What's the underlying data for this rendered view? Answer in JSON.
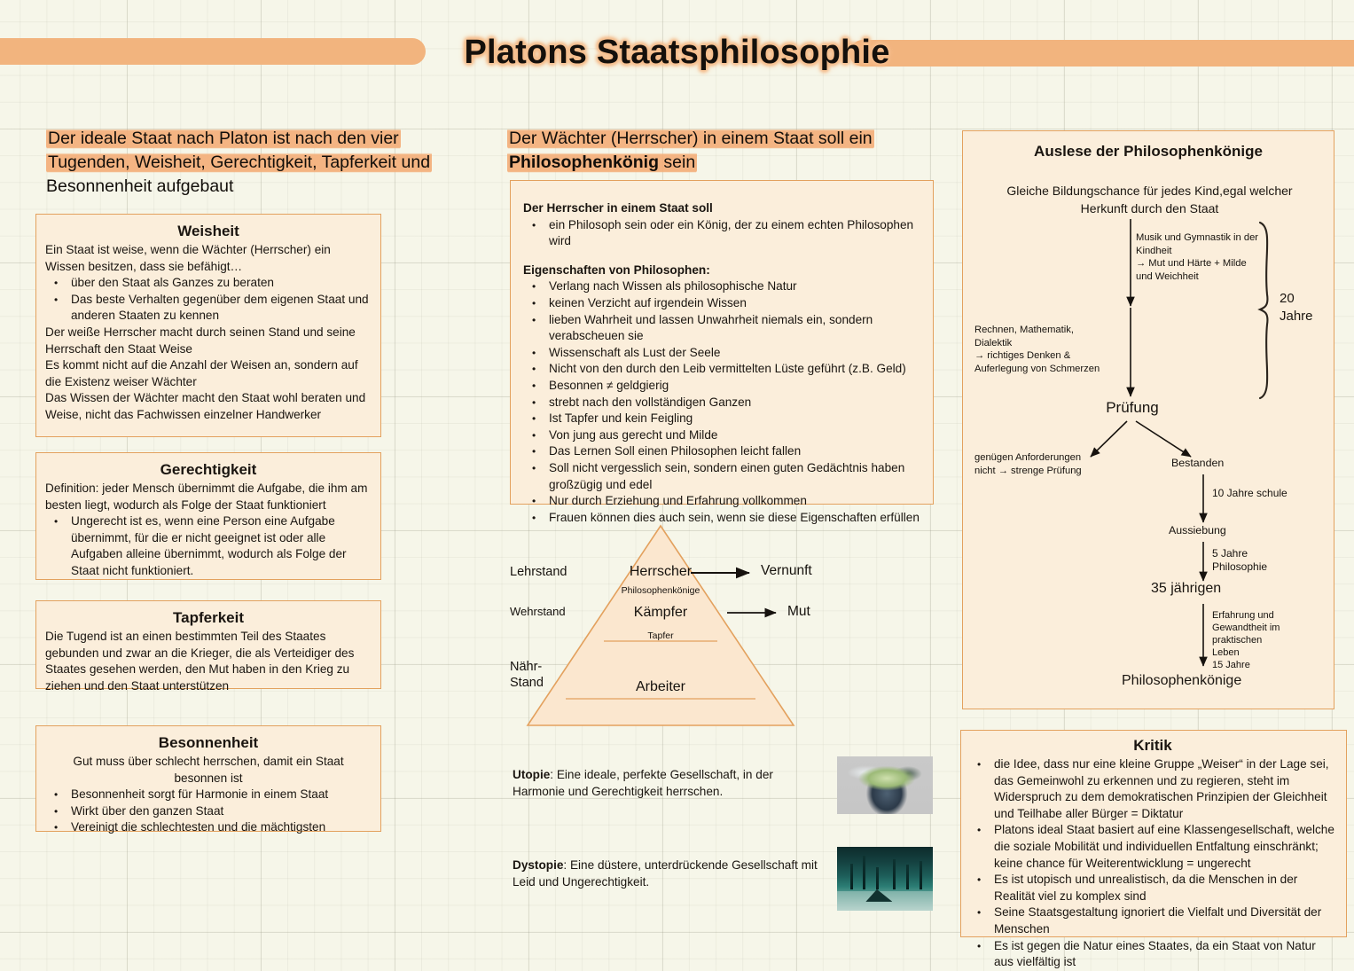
{
  "title": "Platons Staatsphilosophie",
  "left_column": {
    "headline_parts": [
      "Der ideale Staat nach Platon ist nach den vier",
      "Tugenden, Weisheit, Gerechtigkeit, Tapferkeit und",
      "Besonnenheit aufgebaut"
    ],
    "boxes": [
      {
        "title": "Weisheit",
        "lines_top": [
          "Ein Staat ist weise, wenn die Wächter (Herrscher) ein",
          "Wissen besitzen, dass sie befähigt…"
        ],
        "bullets": [
          "über den Staat als Ganzes zu beraten",
          "Das beste Verhalten gegenüber dem eigenen Staat und anderen Staaten zu kennen"
        ],
        "lines_bottom": [
          "Der weiße Herrscher macht durch seinen Stand und seine Herrschaft den Staat Weise",
          "Es kommt nicht auf die Anzahl der Weisen an, sondern auf die Existenz weiser Wächter",
          "Das Wissen der Wächter macht den Staat wohl beraten und Weise, nicht das Fachwissen einzelner Handwerker"
        ]
      },
      {
        "title": "Gerechtigkeit",
        "lines_top": [
          "Definition: jeder Mensch übernimmt die Aufgabe, die ihm am besten liegt, wodurch als Folge der Staat funktioniert"
        ],
        "bullets": [
          "Ungerecht ist es, wenn eine Person eine Aufgabe übernimmt, für die er nicht geeignet ist oder alle Aufgaben alleine übernimmt, wodurch als Folge der Staat nicht funktioniert."
        ],
        "lines_bottom": []
      },
      {
        "title": "Tapferkeit",
        "lines_top": [
          "Die Tugend ist an einen bestimmten Teil des Staates gebunden und zwar an die Krieger, die als Verteidiger des Staates gesehen werden, den Mut haben in den Krieg zu ziehen und den Staat unterstützen"
        ],
        "bullets": [],
        "lines_bottom": []
      },
      {
        "title": "Besonnenheit",
        "lines_top": [
          "Gut muss über schlecht herrschen, damit ein Staat besonnen ist"
        ],
        "bullets": [
          "Besonnenheit sorgt für Harmonie in einem Staat",
          "Wirkt über den ganzen Staat",
          "Vereinigt die schlechtesten und die mächtigsten"
        ],
        "lines_bottom": []
      }
    ]
  },
  "middle_column": {
    "headline_line1": "Der Wächter (Herrscher) in einem Staat soll ein",
    "headline_line2_bold": "Philosophenkönig",
    "headline_line2_rest": " sein",
    "ruler_heading": "Der Herrscher in einem Staat soll",
    "ruler_bullets": [
      "ein Philosoph sein oder ein König, der zu einem echten Philosophen wird"
    ],
    "props_heading": "Eigenschaften von Philosophen:",
    "props_bullets": [
      "Verlang nach Wissen als philosophische Natur",
      "keinen Verzicht auf irgendein Wissen",
      "lieben Wahrheit und lassen Unwahrheit niemals ein, sondern verabscheuen sie",
      "Wissenschaft als Lust der Seele",
      "Nicht von den durch den Leib vermittelten Lüste geführt (z.B. Geld)",
      " Besonnen ≠ geldgierig",
      "strebt nach den vollständigen Ganzen",
      "Ist Tapfer und kein Feigling",
      "Von jung aus gerecht und Milde",
      "Das Lernen Soll einen Philosophen leicht fallen",
      "Soll nicht vergesslich sein, sondern einen guten Gedächtnis haben großzügig und edel",
      "Nur durch Erziehung und Erfahrung vollkommen",
      "Frauen können dies auch sein, wenn sie diese Eigenschaften erfüllen"
    ],
    "pyramid": {
      "left_labels": [
        "Lehrstand",
        "Wehrstand",
        "Nähr-\nStand"
      ],
      "tiers": [
        {
          "name": "Herrscher",
          "sub": "Philosophenkönige",
          "virtue": "Vernunft"
        },
        {
          "name": "Kämpfer",
          "sub": "Tapfer",
          "virtue": "Mut"
        },
        {
          "name": "Arbeiter",
          "sub": "",
          "virtue": ""
        }
      ]
    },
    "definitions": [
      {
        "term": "Utopie",
        "text": ": Eine ideale, perfekte Gesellschaft, in der Harmonie und Gerechtigkeit herrschen."
      },
      {
        "term": "Dystopie",
        "text": ": Eine düstere, unterdrückende Gesellschaft mit Leid und Ungerechtigkeit."
      }
    ]
  },
  "right_column": {
    "flow_title": "Auslese der Philosophenkönige",
    "flow_intro": "Gleiche Bildungschance für jedes Kind,egal welcher Herkunft durch den Staat",
    "step_music": "Musik und Gymnastik in der Kindheit\n→ Mut und Härte + Milde und Weichheit",
    "step_math": "Rechnen, Mathematik, Dialektik\n→ richtiges Denken & Auferlegung von Schmerzen",
    "brace_label": "20\nJahre",
    "node_pruefung": "Prüfung",
    "branch_fail": "genügen Anforderungen\nnicht → strenge Prüfung",
    "branch_pass": "Bestanden",
    "edge_school": "10 Jahre schule",
    "node_aussiebung": "Aussiebung",
    "edge_philosophy": "5 Jahre\nPhilosophie",
    "node_35": "35 jährigen",
    "edge_experience": "Erfahrung und\nGewandtheit im\npraktischen\nLeben\n15 Jahre",
    "node_final": "Philosophenkönige",
    "kritik": {
      "title": "Kritik",
      "bullets": [
        "die Idee, dass nur eine kleine Gruppe „Weiser“ in der Lage sei, das Gemeinwohl zu erkennen und zu regieren, steht im Widerspruch zu dem demokratischen Prinzipien der Gleichheit und Teilhabe aller Bürger = Diktatur",
        "Platons ideal Staat basiert auf eine Klassengesellschaft, welche die soziale Mobilität und individuellen Entfaltung einschränkt; keine chance für Weiterentwicklung = ungerecht",
        "Es ist utopisch und unrealistisch, da die Menschen in der Realität viel zu komplex sind",
        "Seine Staatsgestaltung ignoriert die Vielfalt und Diversität der Menschen",
        "Es ist gegen die Natur eines Staates, da ein Staat von Natur aus vielfältig ist"
      ]
    }
  },
  "colors": {
    "accent": "#f2b47e",
    "box_border": "#e3a15e",
    "box_fill": "#fbeedb",
    "page_bg": "#f6f6e9"
  }
}
